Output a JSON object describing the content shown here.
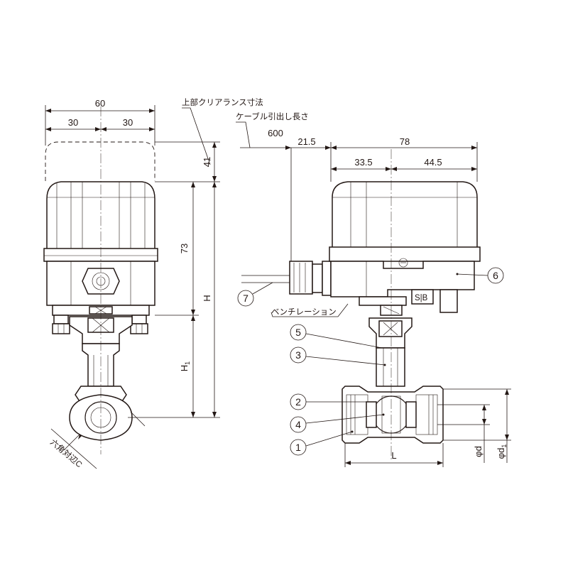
{
  "dimensions": {
    "front_width_total": "60",
    "front_half_left": "30",
    "front_half_right": "30",
    "top_clearance": "41",
    "actuator_height": "73",
    "total_height": "H",
    "lower_height": "H",
    "lower_height_sub": "1",
    "hex_across_flats": "六角対辺C",
    "cable_length": "600",
    "cable_offset": "21.5",
    "side_width_total": "78",
    "side_left": "33.5",
    "side_right": "44.5",
    "body_length": "L",
    "port_d": "φd",
    "port_d1_main": "φd",
    "port_d1_sub": "1"
  },
  "callouts": {
    "top_clearance_label": "上部クリアランス寸法",
    "cable_label": "ケーブル引出し長さ",
    "vent_label": "ベンチレーション",
    "parts": [
      "1",
      "2",
      "3",
      "4",
      "5",
      "6",
      "7"
    ]
  },
  "marking": "S|B"
}
